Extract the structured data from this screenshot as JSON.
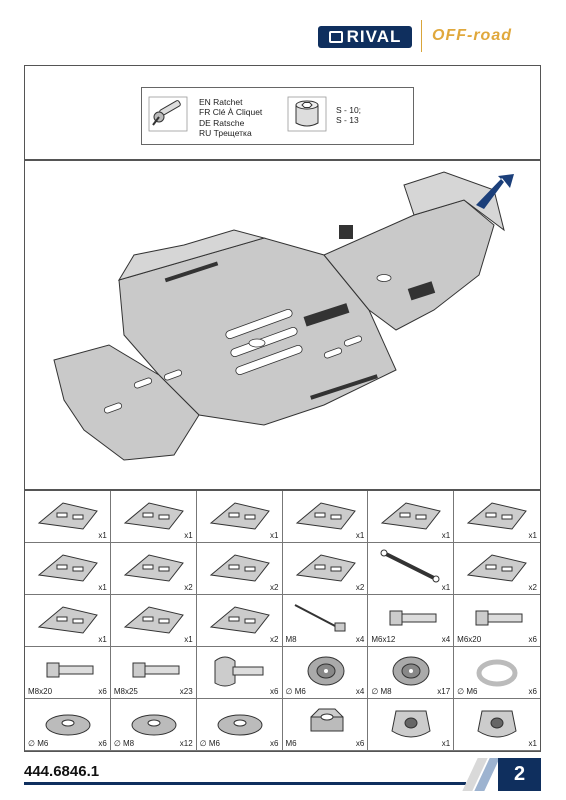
{
  "header": {
    "brand_logo": "RIVAL",
    "sub_logo": "OFF-road"
  },
  "tools": {
    "ratchet": [
      "EN Ratchet",
      "FR Clé À Cliquet",
      "DE Ratsche",
      "RU Трещетка"
    ],
    "socket_sizes": [
      "S - 10;",
      "S - 13"
    ]
  },
  "parts": [
    {
      "icon": "skid-plate-front-icon",
      "label": "",
      "qty": "x1"
    },
    {
      "icon": "skid-plate-side-icon",
      "label": "",
      "qty": "x1"
    },
    {
      "icon": "skid-plate-mid-icon",
      "label": "",
      "qty": "x1"
    },
    {
      "icon": "a-arm-guard-left-icon",
      "label": "",
      "qty": "x1"
    },
    {
      "icon": "a-arm-guard-right-icon",
      "label": "",
      "qty": "x1"
    },
    {
      "icon": "rear-guard-plate-icon",
      "label": "",
      "qty": "x1"
    },
    {
      "icon": "corner-plate-icon",
      "label": "",
      "qty": "x1"
    },
    {
      "icon": "mount-strip-icon",
      "label": "",
      "qty": "x2"
    },
    {
      "icon": "bent-bracket-icon",
      "label": "",
      "qty": "x2"
    },
    {
      "icon": "flat-bracket-icon",
      "label": "",
      "qty": "x2"
    },
    {
      "icon": "rod-icon",
      "label": "",
      "qty": "x1"
    },
    {
      "icon": "long-bracket-icon",
      "label": "",
      "qty": "x2"
    },
    {
      "icon": "frame-bracket-icon",
      "label": "",
      "qty": "x1"
    },
    {
      "icon": "curved-bracket-icon",
      "label": "",
      "qty": "x1"
    },
    {
      "icon": "clip-bracket-icon",
      "label": "",
      "qty": "x2"
    },
    {
      "icon": "threaded-rod-icon",
      "label": "M8",
      "qty": "x4"
    },
    {
      "icon": "bolt-icon",
      "label": "M6x12",
      "qty": "x4"
    },
    {
      "icon": "bolt-icon",
      "label": "M6x20",
      "qty": "x6"
    },
    {
      "icon": "bolt-icon",
      "label": "M8x20",
      "qty": "x6"
    },
    {
      "icon": "bolt-icon",
      "label": "M8x25",
      "qty": "x23"
    },
    {
      "icon": "carriage-bolt-icon",
      "label": "",
      "qty": "x6"
    },
    {
      "icon": "nut-insert-icon",
      "label": "∅ M6",
      "qty": "x4"
    },
    {
      "icon": "nut-insert-icon",
      "label": "∅ M8",
      "qty": "x17"
    },
    {
      "icon": "spring-washer-icon",
      "label": "∅ M6",
      "qty": "x6"
    },
    {
      "icon": "washer-icon",
      "label": "∅ M6",
      "qty": "x6"
    },
    {
      "icon": "washer-icon",
      "label": "∅ M8",
      "qty": "x12"
    },
    {
      "icon": "washer-icon",
      "label": "∅ M6",
      "qty": "x6"
    },
    {
      "icon": "hex-nut-icon",
      "label": "M6",
      "qty": "x6"
    },
    {
      "icon": "bushing-mount-icon",
      "label": "",
      "qty": "x1"
    },
    {
      "icon": "bushing-mount-icon",
      "label": "",
      "qty": "x1"
    }
  ],
  "footer": {
    "part_number": "444.6846.1",
    "page": "2"
  },
  "colors": {
    "brand_navy": "#0f2f5e",
    "accent_gold": "#e0a83c",
    "plate_gray": "#c9c9c9"
  }
}
